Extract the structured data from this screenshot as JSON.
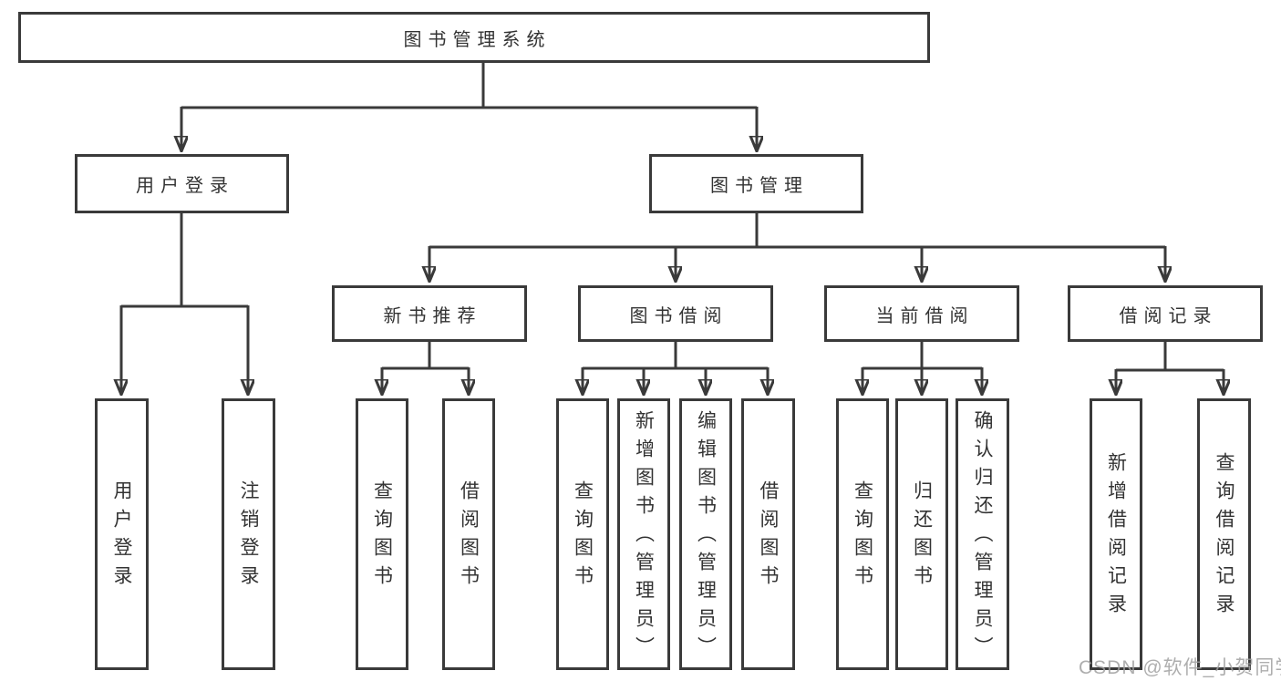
{
  "diagram_type": "functional-structure-tree",
  "hierarchy": {
    "label": "图书管理系统",
    "children": [
      {
        "label": "用户登录",
        "children": [
          "用户登录",
          "注销登录"
        ]
      },
      {
        "label": "图书管理",
        "children": [
          {
            "label": "新书推荐",
            "children": [
              "查询图书",
              "借阅图书"
            ]
          },
          {
            "label": "图书借阅",
            "children": [
              "查询图书",
              "新增图书（管理员）",
              "编辑图书（管理员）",
              "借阅图书"
            ]
          },
          {
            "label": "当前借阅",
            "children": [
              "查询图书",
              "归还图书",
              "确认归还（管理员）"
            ]
          },
          {
            "label": "借阅记录",
            "children": [
              "新增借阅记录",
              "查询借阅记录"
            ]
          }
        ]
      }
    ]
  },
  "watermark": "CSDN @软件_小贺同学",
  "colors": {
    "line": "#3a3a3a",
    "text": "#333333",
    "box_background": "#ffffff",
    "page_background": "#ffffff",
    "watermark": "#a0a0a0"
  }
}
